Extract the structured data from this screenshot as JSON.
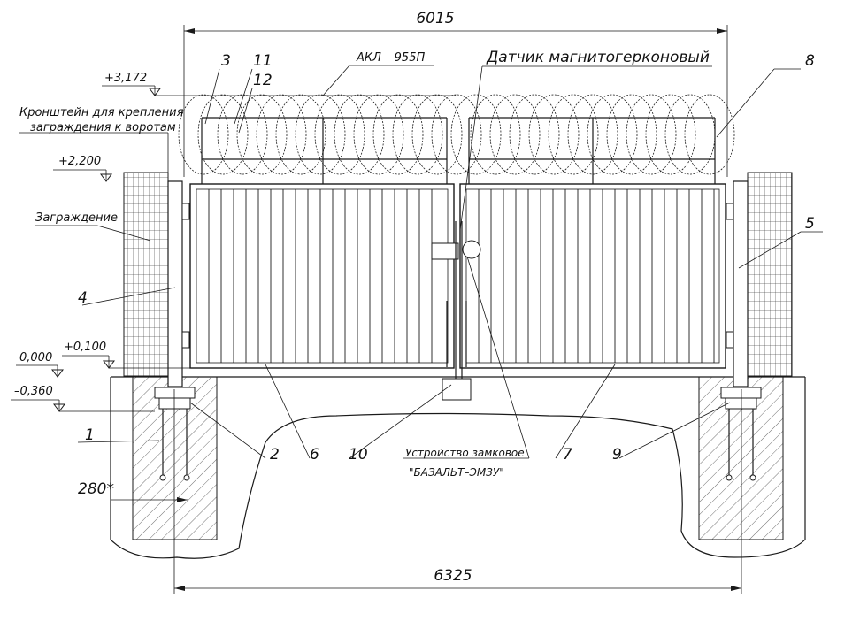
{
  "dimensions": {
    "top_width": "6015",
    "bottom_width": "6325",
    "post_offset": "280*"
  },
  "levels": {
    "top": "+3,172",
    "mid": "+2,200",
    "gate_bottom": "+0,100",
    "ground": "0,000",
    "foundation": "–0,360"
  },
  "labels": {
    "bracket_line1": "Кронштейн для крепления",
    "bracket_line2": "заграждения к воротам",
    "fence": "Заграждение",
    "razor_wire": "АКЛ – 955П",
    "sensor": "Датчик магнитогерконовый",
    "lock_line1": "Устройство замковое",
    "lock_line2": "\"БАЗАЛЬТ–ЭМЗУ\""
  },
  "callouts": [
    "1",
    "2",
    "3",
    "4",
    "5",
    "6",
    "7",
    "8",
    "9",
    "10",
    "11",
    "12"
  ],
  "colors": {
    "line": "#1a1a1a",
    "background": "#ffffff"
  }
}
